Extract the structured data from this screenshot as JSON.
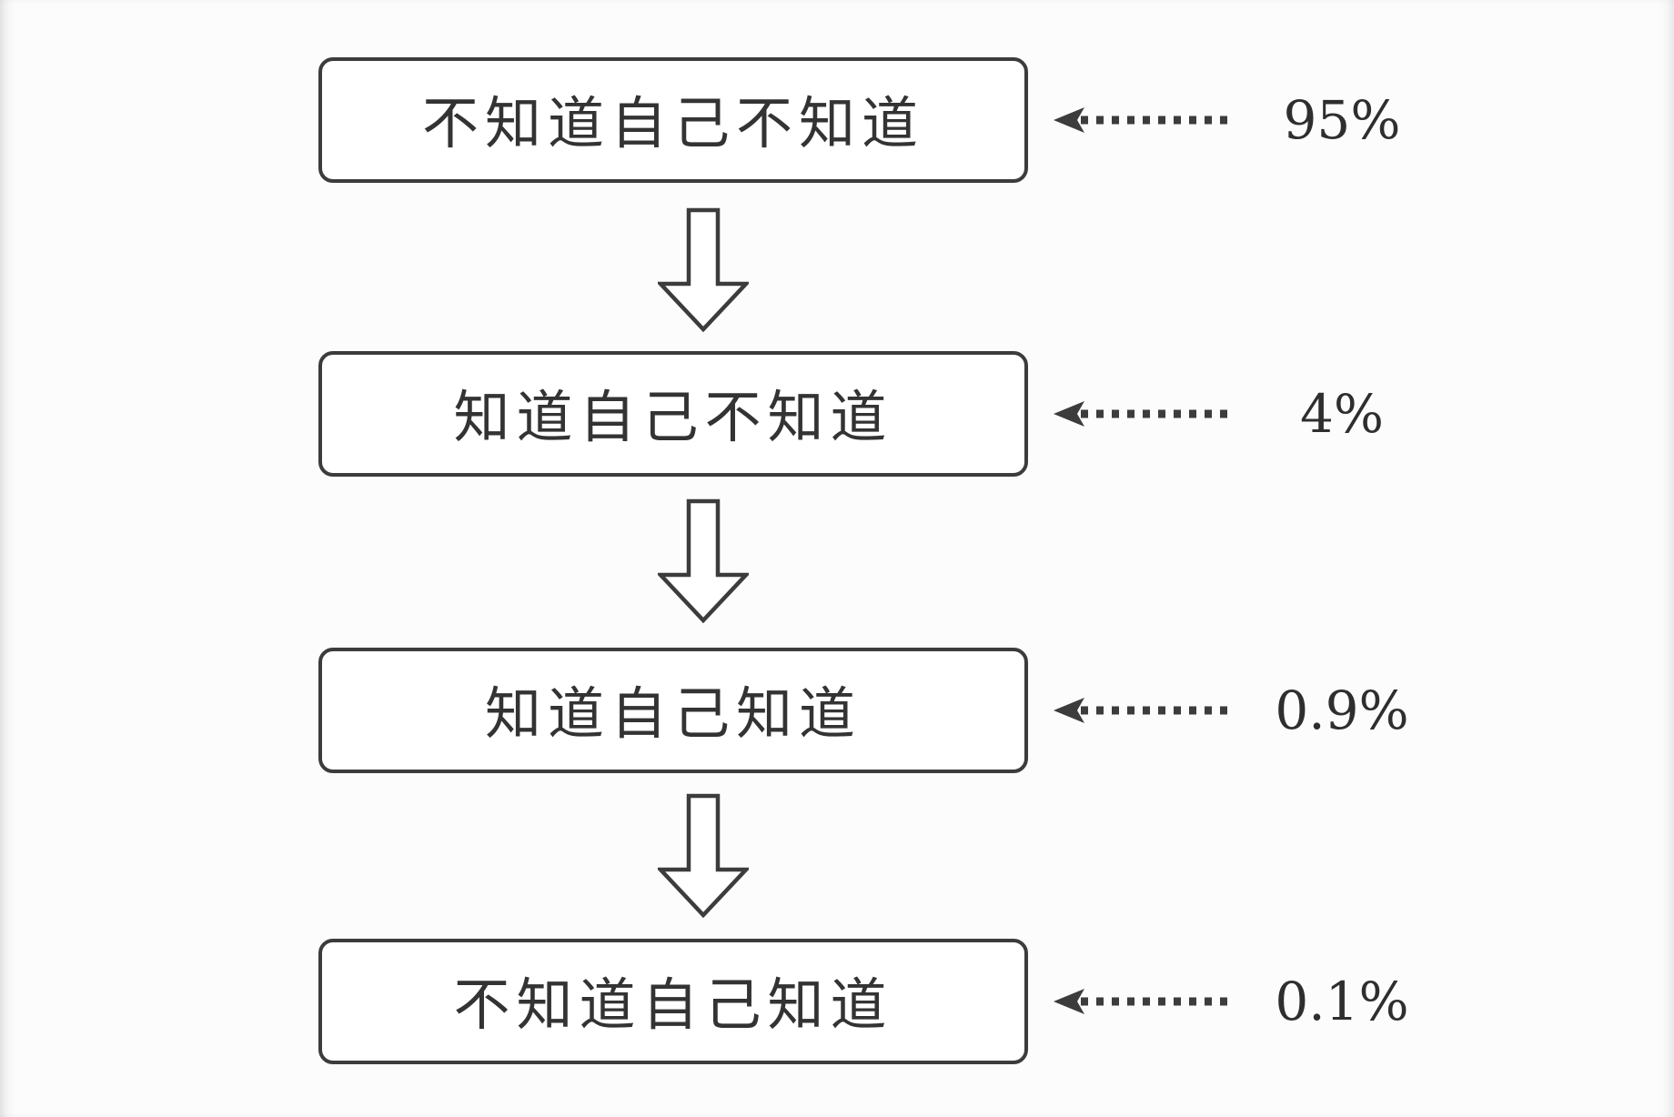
{
  "diagram": {
    "description": "four-stage knowledge awareness flow",
    "levels": [
      {
        "label": "不知道自己不知道",
        "percent": "95%"
      },
      {
        "label": "知道自己不知道",
        "percent": "4%"
      },
      {
        "label": "知道自己知道",
        "percent": "0.9%"
      },
      {
        "label": "不知道自己知道",
        "percent": "0.1%"
      }
    ],
    "colors": {
      "ink": "#3c3c3c",
      "background": "#fcfcfc",
      "box_fill": "#ffffff",
      "text": "#333333"
    }
  }
}
